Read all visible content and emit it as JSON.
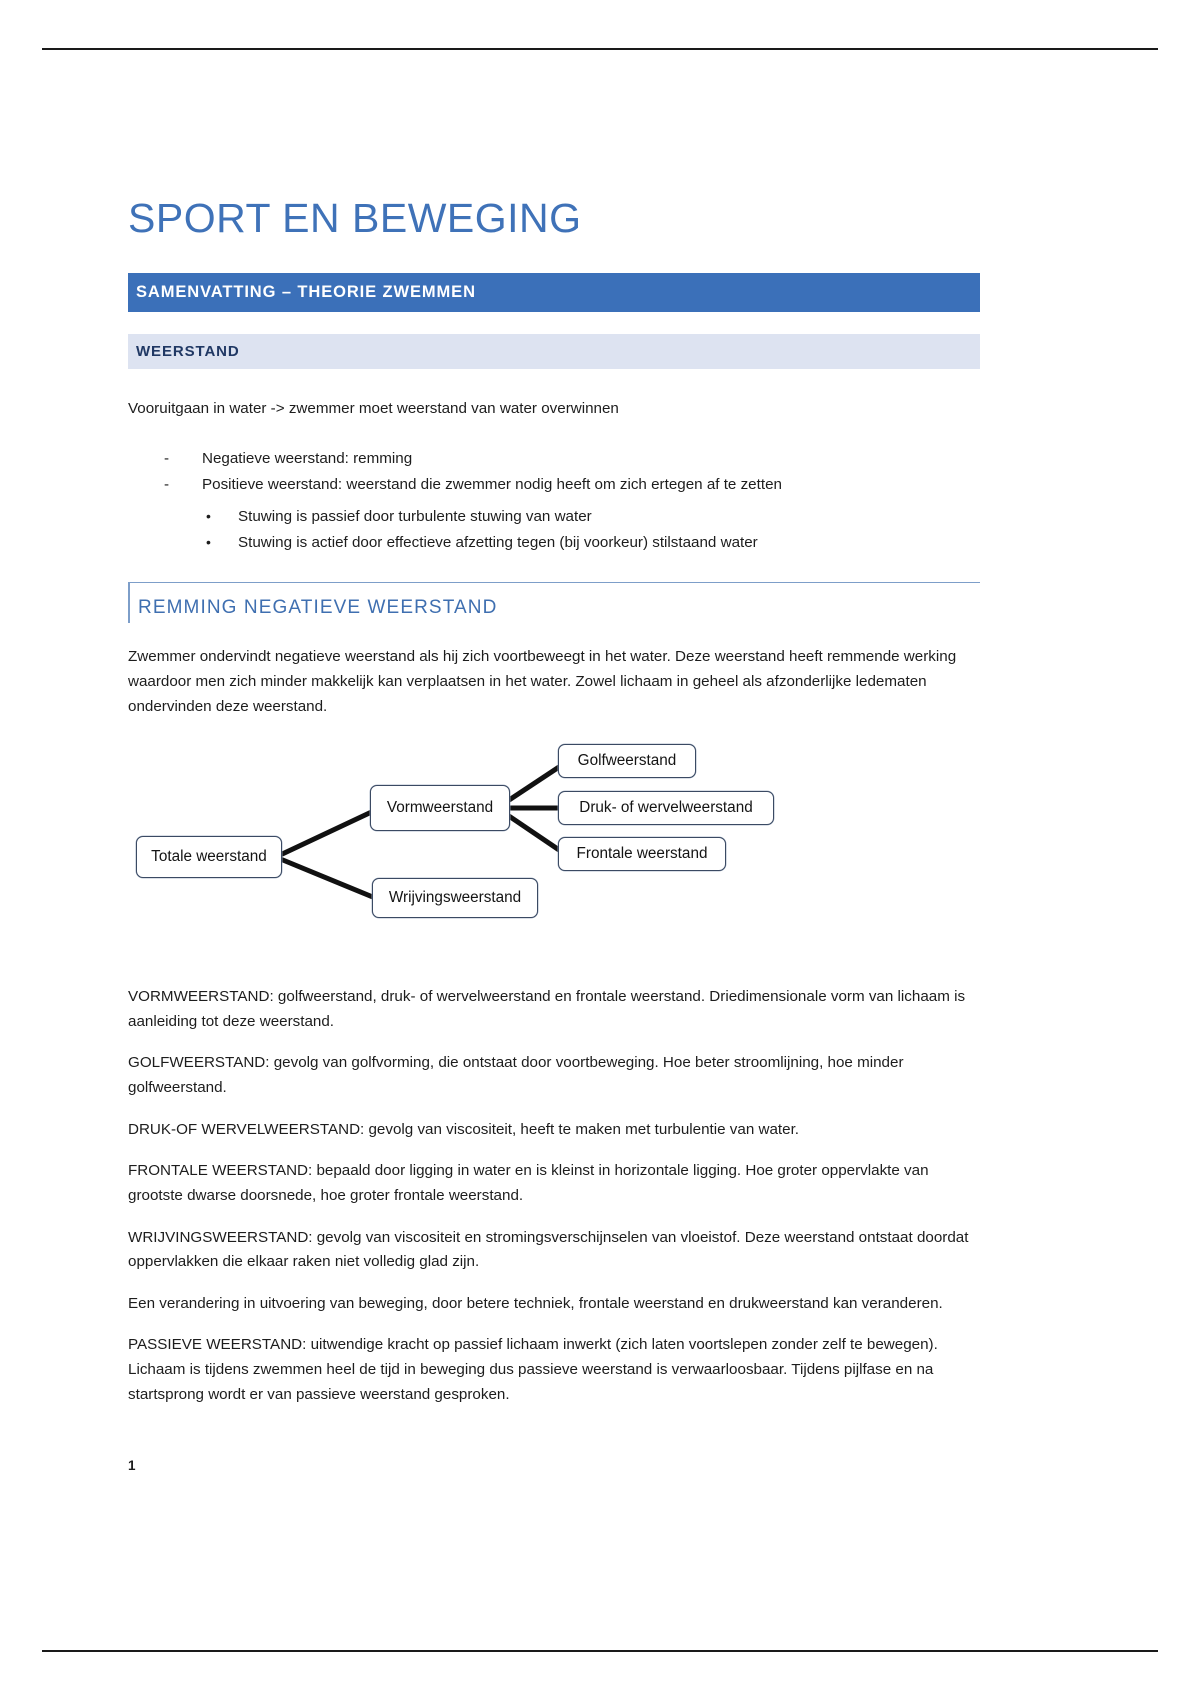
{
  "document": {
    "title": "SPORT EN BEWEGING",
    "band_heading": "SAMENVATTING – THEORIE ZWEMMEN",
    "section_heading": "WEERSTAND",
    "page_number": "1"
  },
  "colors": {
    "title_blue": "#3f72b8",
    "band_blue": "#3b70b9",
    "band_text": "#ffffff",
    "sub_band_bg": "#dde3f1",
    "sub_band_text": "#203864",
    "h3_blue": "#3f6fb0",
    "rule_blue": "#7d9ec9",
    "body_text": "#1d1d1d",
    "node_border": "#3b4a63"
  },
  "intro": {
    "lead": "Vooruitgaan in water -> zwemmer moet weerstand van water overwinnen",
    "dash_items": [
      {
        "text": "Negatieve weerstand: remming",
        "marker": "-"
      },
      {
        "text": "Positieve weerstand: weerstand die zwemmer nodig heeft om zich ertegen af te zetten",
        "marker": "-"
      }
    ],
    "bullet_items": [
      {
        "text": "Stuwing is passief door turbulente stuwing van water",
        "marker": "•"
      },
      {
        "text": "Stuwing is actief door effectieve afzetting tegen (bij voorkeur) stilstaand water",
        "marker": "•"
      }
    ]
  },
  "subsection": {
    "heading": "REMMING NEGATIEVE WEERSTAND",
    "paragraph": "Zwemmer ondervindt negatieve weerstand als hij zich voortbeweegt in het water. Deze weerstand heeft remmende werking waardoor men zich minder makkelijk kan verplaatsen in het water. Zowel lichaam in geheel als afzonderlijke ledematen ondervinden deze weerstand."
  },
  "diagram": {
    "nodes": [
      {
        "id": "totale",
        "label": "Totale weerstand"
      },
      {
        "id": "vorm",
        "label": "Vormweerstand"
      },
      {
        "id": "golf",
        "label": "Golfweerstand"
      },
      {
        "id": "druk",
        "label": "Druk- of wervelweerstand"
      },
      {
        "id": "frontale",
        "label": "Frontale weerstand"
      },
      {
        "id": "wrijving",
        "label": "Wrijvingsweerstand"
      }
    ]
  },
  "definitions": [
    {
      "term": "VORMWEERSTAND:",
      "text": " golfweerstand, druk- of wervelweerstand en frontale weerstand. Driedimensionale vorm van lichaam is aanleiding tot deze weerstand."
    },
    {
      "term": "GOLFWEERSTAND:",
      "text": " gevolg van golfvorming, die ontstaat door voortbeweging. Hoe beter stroomlijning, hoe minder golfweerstand."
    },
    {
      "term": "DRUK-OF WERVELWEERSTAND:",
      "text": " gevolg van viscositeit, heeft te maken met turbulentie van water."
    },
    {
      "term": "FRONTALE WEERSTAND:",
      "text": " bepaald door ligging in water en is kleinst in horizontale ligging. Hoe groter oppervlakte van grootste dwarse doorsnede, hoe groter frontale weerstand."
    },
    {
      "term": "WRIJVINGSWEERSTAND:",
      "text": " gevolg van viscositeit en stromingsverschijnselen van vloeistof. Deze weerstand ontstaat doordat oppervlakken die elkaar raken niet volledig glad zijn."
    },
    {
      "term": "",
      "text": "Een verandering in uitvoering van beweging, door betere techniek, frontale weerstand en drukweerstand kan veranderen."
    },
    {
      "term": "PASSIEVE WEERSTAND:",
      "text": " uitwendige kracht op passief lichaam inwerkt (zich laten voortslepen zonder zelf te bewegen). Lichaam is tijdens zwemmen heel de tijd in beweging dus passieve weerstand is verwaarloosbaar. Tijdens pijlfase en na startsprong wordt er van passieve weerstand gesproken."
    }
  ]
}
